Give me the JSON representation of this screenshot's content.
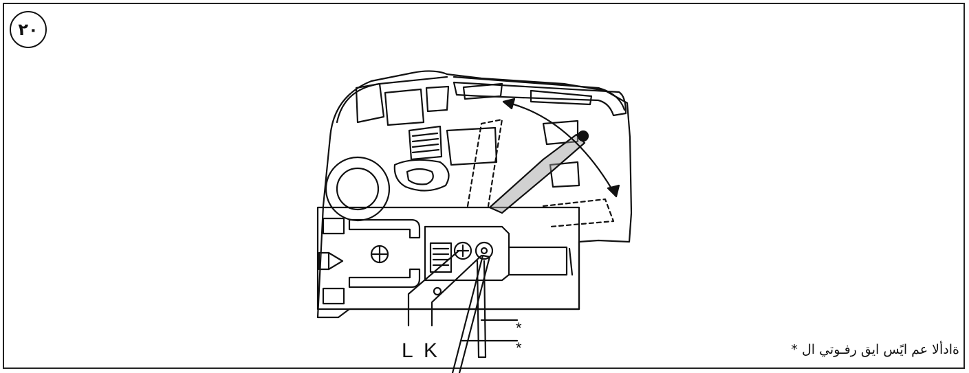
{
  "figure": {
    "number": "٢٠",
    "labels": {
      "l": "L",
      "k": "K",
      "asterisk_upper": "*",
      "asterisk_lower": "*"
    },
    "note": "ةادألا عم ايًس ايق رفـوتي ال  *"
  }
}
